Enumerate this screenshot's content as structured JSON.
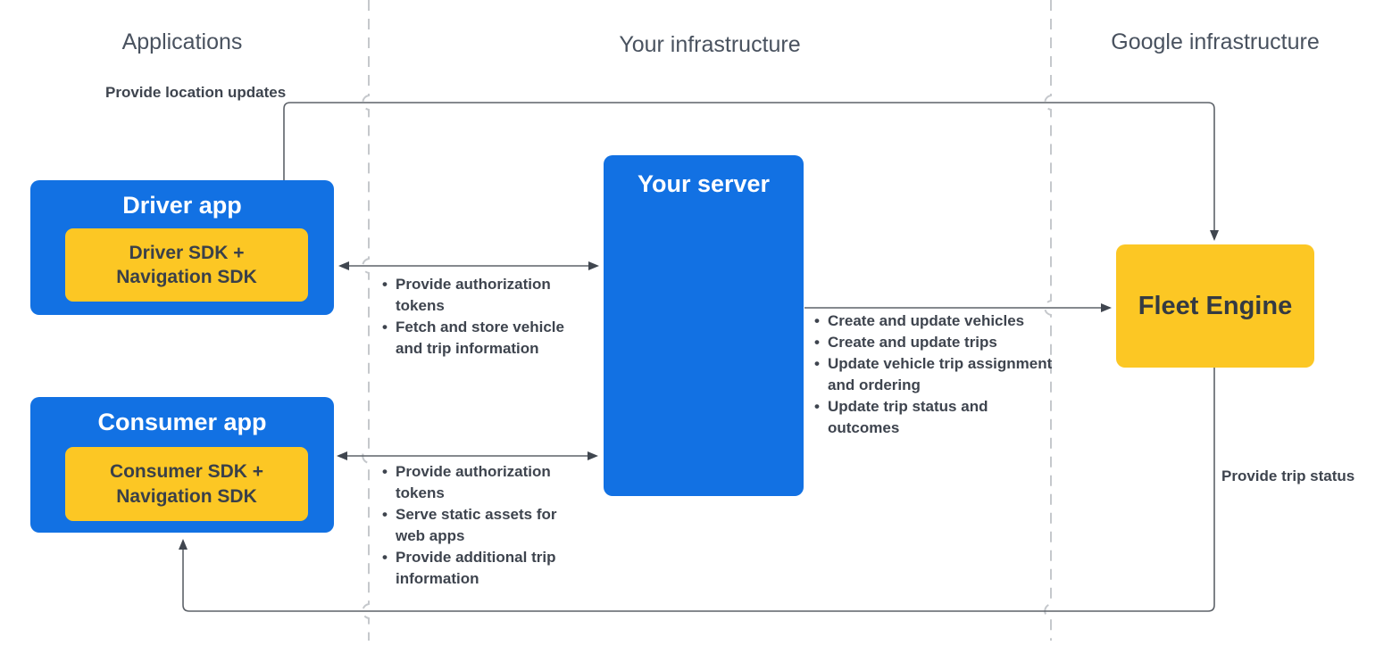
{
  "zones": {
    "applications": "Applications",
    "your_infrastructure": "Your infrastructure",
    "google_infrastructure": "Google infrastructure"
  },
  "nodes": {
    "driver_app": {
      "title": "Driver app",
      "sdk": "Driver SDK + Navigation SDK"
    },
    "consumer_app": {
      "title": "Consumer app",
      "sdk": "Consumer SDK + Navigation SDK"
    },
    "your_server": {
      "title": "Your server"
    },
    "fleet_engine": {
      "title": "Fleet Engine"
    }
  },
  "edges": {
    "location_updates_label": "Provide location updates",
    "trip_status_label": "Provide trip status",
    "driver_server_bullets": [
      "Provide authorization tokens",
      "Fetch and store vehicle and trip information"
    ],
    "consumer_server_bullets": [
      "Provide authorization tokens",
      "Serve static assets for web apps",
      "Provide additional trip information"
    ],
    "server_fleet_bullets": [
      "Create and update vehicles",
      "Create and update trips",
      "Update vehicle trip assignment and ordering",
      "Update trip status and outcomes"
    ]
  },
  "colors": {
    "node_blue": "#1271e3",
    "node_yellow": "#fcc724",
    "line_gray": "#5d6269",
    "divider_gray": "#c5c8cc",
    "text_dark": "#3e444e"
  }
}
